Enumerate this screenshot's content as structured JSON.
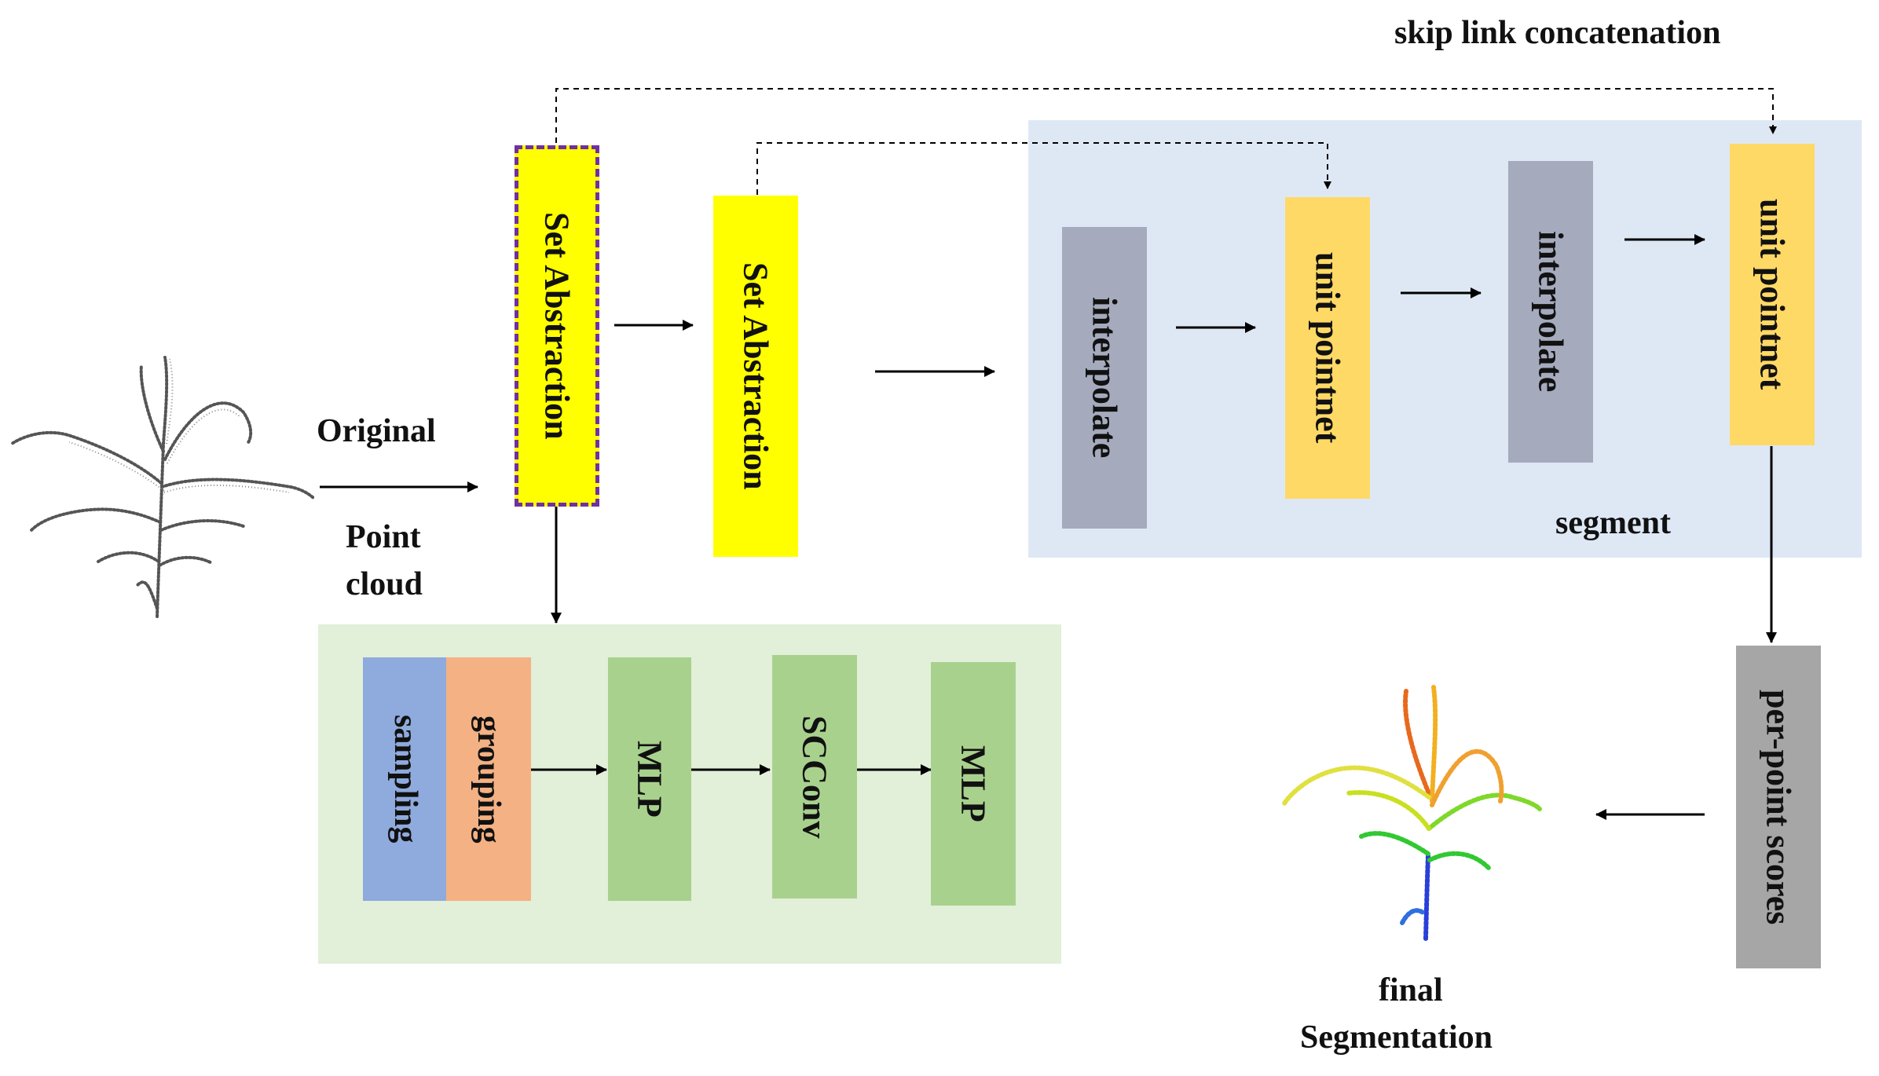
{
  "labels": {
    "skip_link": "skip link concatenation",
    "original": "Original",
    "point_cloud_line1": "Point",
    "point_cloud_line2": "cloud",
    "segment": "segment",
    "final_line1": "final",
    "final_line2": "Segmentation"
  },
  "blocks": {
    "set_abstraction_1": "Set Abstraction",
    "set_abstraction_2": "Set Abstraction",
    "interpolate_1": "interpolate",
    "unit_pointnet_1": "unit pointnet",
    "interpolate_2": "interpolate",
    "unit_pointnet_2": "unit pointnet",
    "per_point_scores": "per-point scores",
    "sampling": "sampling",
    "grouping": "grouping",
    "mlp_1": "MLP",
    "scconv": "SCConv",
    "mlp_2": "MLP"
  },
  "colors": {
    "set_abstraction": "#ffff00",
    "set_abstraction_border": "#7030a0",
    "interpolate": "#a5abbd",
    "unit_pointnet": "#ffd966",
    "per_point_scores": "#a6a6a6",
    "sampling": "#8faadc",
    "grouping": "#f4b183",
    "mlp": "#a9d18e",
    "segment_panel": "#dee8f5",
    "detail_panel": "#e2efd9"
  }
}
